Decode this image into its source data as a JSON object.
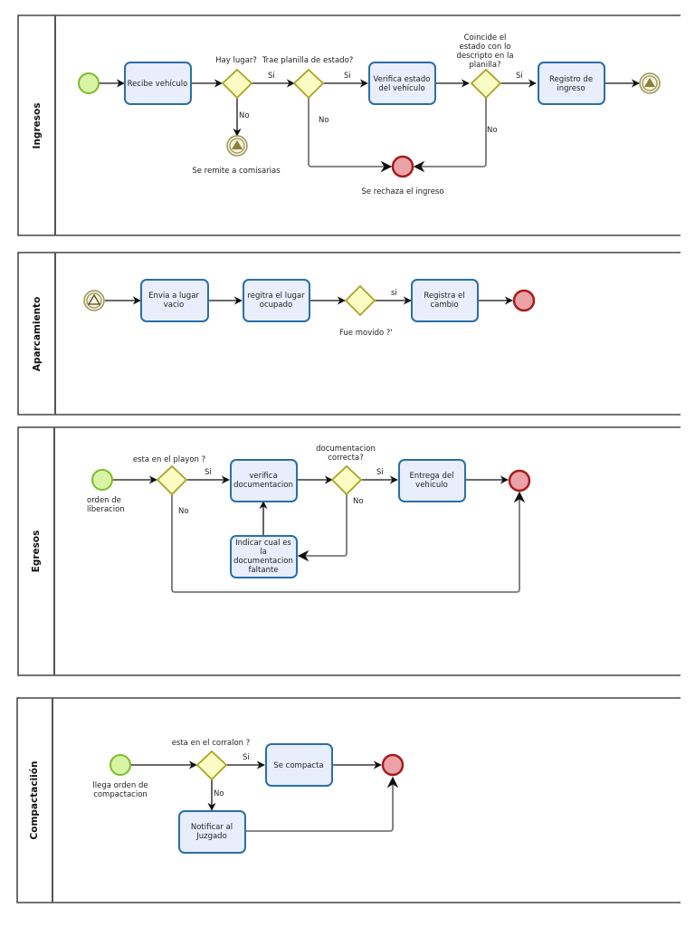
{
  "colors": {
    "task_fill": "#e8eefb",
    "task_stroke": "#2a6fa8",
    "gateway_fill": "#fbfbc4",
    "gateway_stroke": "#a9a322",
    "start_fill": "#d8f5a6",
    "start_stroke": "#7dbb2a",
    "end_fill": "#eba3a8",
    "end_stroke": "#a61c1c",
    "intermediate_stroke": "#9c9559"
  },
  "pools": [
    {
      "title": "Ingresos",
      "tasks": [
        {
          "lines": [
            "Recibe vehículo"
          ]
        },
        {
          "lines": [
            "Verifica estado",
            "del vehículo"
          ]
        },
        {
          "lines": [
            "Registro de",
            "ingreso"
          ]
        }
      ],
      "gateways": [
        {
          "label_lines": [
            "Hay lugar?"
          ]
        },
        {
          "label_lines": [
            "Trae planilla de estado?"
          ]
        },
        {
          "label_lines": [
            "Coincide el",
            "estado con lo",
            "descripto en la",
            "planilla?"
          ]
        }
      ],
      "events": {
        "start": "start-event",
        "remit": {
          "label": "Se remite a comisarias",
          "icon": "signal-triangle-filled"
        },
        "reject": {
          "label": "Se rechaza el ingreso",
          "icon": "end-event"
        },
        "end": {
          "icon": "signal-triangle-filled"
        }
      },
      "flow_labels": {
        "si1": "Si",
        "si2": "Si",
        "si3": "Si",
        "no1": "No",
        "no2": "No",
        "no3": "No"
      }
    },
    {
      "title": "Aparcamiento",
      "tasks": [
        {
          "lines": [
            "Envia a lugar",
            "vacio"
          ]
        },
        {
          "lines": [
            "regitra el lugar",
            "ocupado"
          ]
        },
        {
          "lines": [
            "Registra el",
            "cambio"
          ]
        }
      ],
      "gateways": [
        {
          "label_lines": [
            "Fue movido ?'"
          ]
        }
      ],
      "events": {
        "start": {
          "icon": "signal-triangle-open"
        },
        "end": {
          "icon": "end-event"
        }
      },
      "flow_labels": {
        "si1": "si"
      }
    },
    {
      "title": "Egresos",
      "tasks": [
        {
          "lines": [
            "verifica",
            "documentacion"
          ]
        },
        {
          "lines": [
            "Entrega del",
            "vehiculo"
          ]
        },
        {
          "lines": [
            "Indicar cual es",
            "la",
            "documentacion",
            "faltante"
          ]
        }
      ],
      "gateways": [
        {
          "label_lines": [
            "esta en el playon ?"
          ]
        },
        {
          "label_lines": [
            "documentacion",
            "correcta?"
          ]
        }
      ],
      "events": {
        "start": {
          "label_lines": [
            "orden de",
            "liberacion"
          ]
        },
        "end": {
          "icon": "end-event"
        }
      },
      "flow_labels": {
        "si1": "Si",
        "si2": "Si",
        "no1": "No",
        "no2": "No"
      }
    },
    {
      "title": "Compactaciión",
      "tasks": [
        {
          "lines": [
            "Se compacta"
          ]
        },
        {
          "lines": [
            "Notificar al",
            "Juzgado"
          ]
        }
      ],
      "gateways": [
        {
          "label_lines": [
            "esta en el corralon ?"
          ]
        }
      ],
      "events": {
        "start": {
          "label_lines": [
            "llega orden de",
            "compactacion"
          ]
        },
        "end": {
          "icon": "end-event"
        }
      },
      "flow_labels": {
        "si1": "Si",
        "no1": "No"
      }
    }
  ]
}
